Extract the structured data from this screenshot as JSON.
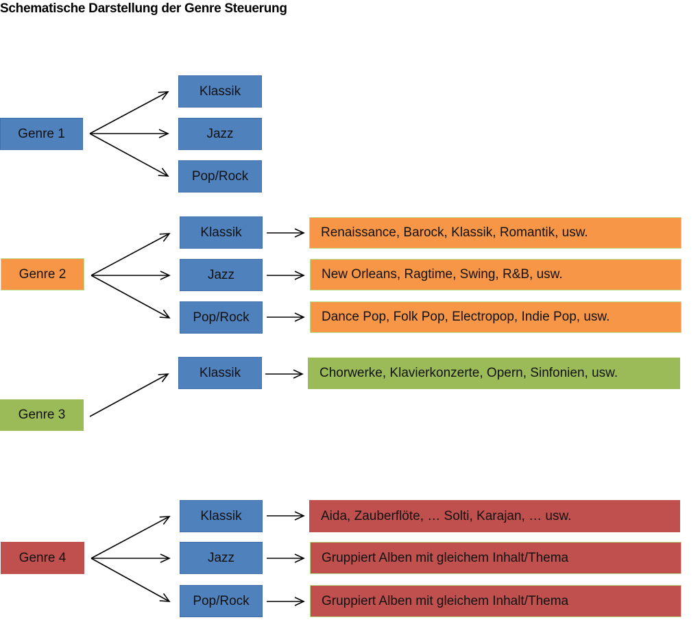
{
  "title": "Schematische Darstellung der Genre Steuerung",
  "colors": {
    "blue": "#4f81bd",
    "orange": "#f79646",
    "green": "#9bbb59",
    "red": "#c0504d"
  },
  "genres": [
    {
      "label": "Genre 1",
      "color": "blue",
      "categories": [
        "Klassik",
        "Jazz",
        "Pop/Rock"
      ],
      "details": []
    },
    {
      "label": "Genre 2",
      "color": "orange",
      "categories": [
        "Klassik",
        "Jazz",
        "Pop/Rock"
      ],
      "details": [
        "Renaissance, Barock, Klassik, Romantik, usw.",
        "New Orleans, Ragtime, Swing, R&B, usw.",
        "Dance Pop, Folk Pop, Electropop, Indie Pop, usw."
      ]
    },
    {
      "label": "Genre 3",
      "color": "green",
      "categories": [
        "Klassik"
      ],
      "details": [
        "Chorwerke, Klavierkonzerte, Opern, Sinfonien, usw."
      ]
    },
    {
      "label": "Genre 4",
      "color": "red",
      "categories": [
        "Klassik",
        "Jazz",
        "Pop/Rock"
      ],
      "details": [
        "Aida, Zauberflöte, … Solti, Karajan, … usw.",
        "Gruppiert Alben mit gleichem Inhalt/Thema",
        "Gruppiert Alben mit gleichem Inhalt/Thema"
      ]
    }
  ]
}
